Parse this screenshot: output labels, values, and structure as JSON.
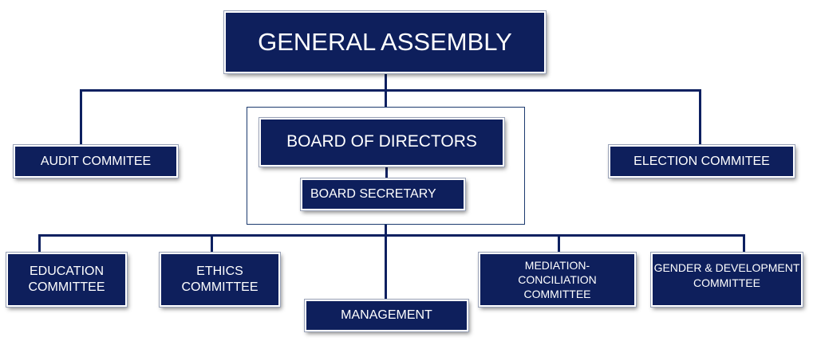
{
  "org_chart": {
    "general_assembly": "GENERAL ASSEMBLY",
    "board_of_directors": "BOARD OF DIRECTORS",
    "board_secretary": "BOARD SECRETARY",
    "audit_committee": "AUDIT COMMITEE",
    "election_committee": "ELECTION COMMITEE",
    "education_committee": "EDUCATION\nCOMMITTEE",
    "ethics_committee": "ETHICS\nCOMMITTEE",
    "management": "MANAGEMENT",
    "mediation_committee": "MEDIATION-\nCONCILIATION\nCOMMITTEE",
    "gender_committee": "GENDER & DEVELOPMENT\nCOMMITTEE"
  },
  "colors": {
    "box_fill": "#0e1f5c",
    "connector": "#0d2060",
    "text": "#ffffff"
  }
}
